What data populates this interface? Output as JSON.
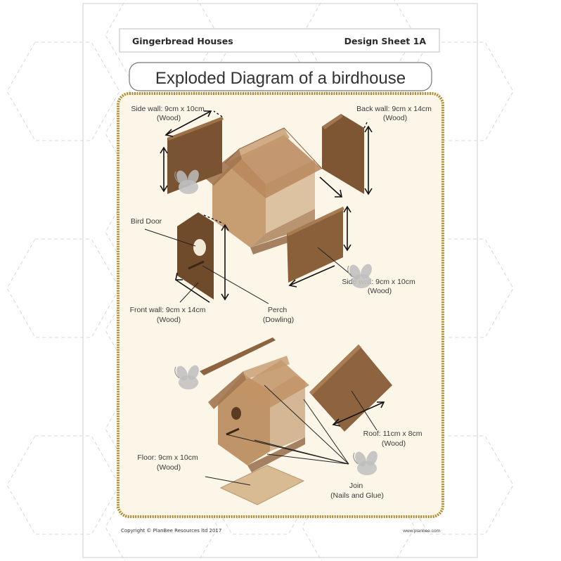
{
  "header": {
    "left": "Gingerbread Houses",
    "right": "Design Sheet 1A"
  },
  "title": "Exploded Diagram of a birdhouse",
  "labels": {
    "side_wall": [
      "Side wall: 9cm x 10cm",
      "(Wood)"
    ],
    "back_wall": [
      "Back wall: 9cm x 14cm",
      "(Wood)"
    ],
    "bird_door": [
      "Bird Door"
    ],
    "side_wall_2": [
      "Side wall: 9cm x 10cm",
      "(Wood)"
    ],
    "front_wall": [
      "Front wall: 9cm x 14cm",
      "(Wood)"
    ],
    "perch": [
      "Perch",
      "(Dowling)"
    ],
    "roof": [
      "Roof: 11cm x 8cm",
      "(Wood)"
    ],
    "floor": [
      "Floor: 9cm x 10cm",
      "(Wood)"
    ],
    "join": [
      "Join",
      "(Nails and Glue)"
    ]
  },
  "footer": {
    "copyright": "Copyright © PlanBee Resources ltd 2017",
    "website": "www.planbee.com"
  },
  "colors": {
    "panel_fill": "#fcf6e8",
    "panel_border": "#b08a2c",
    "wood_light": "#b9895b",
    "wood_mid": "#8e6440",
    "wood_dark": "#6a4829"
  },
  "icons": [
    "bee-icon"
  ]
}
